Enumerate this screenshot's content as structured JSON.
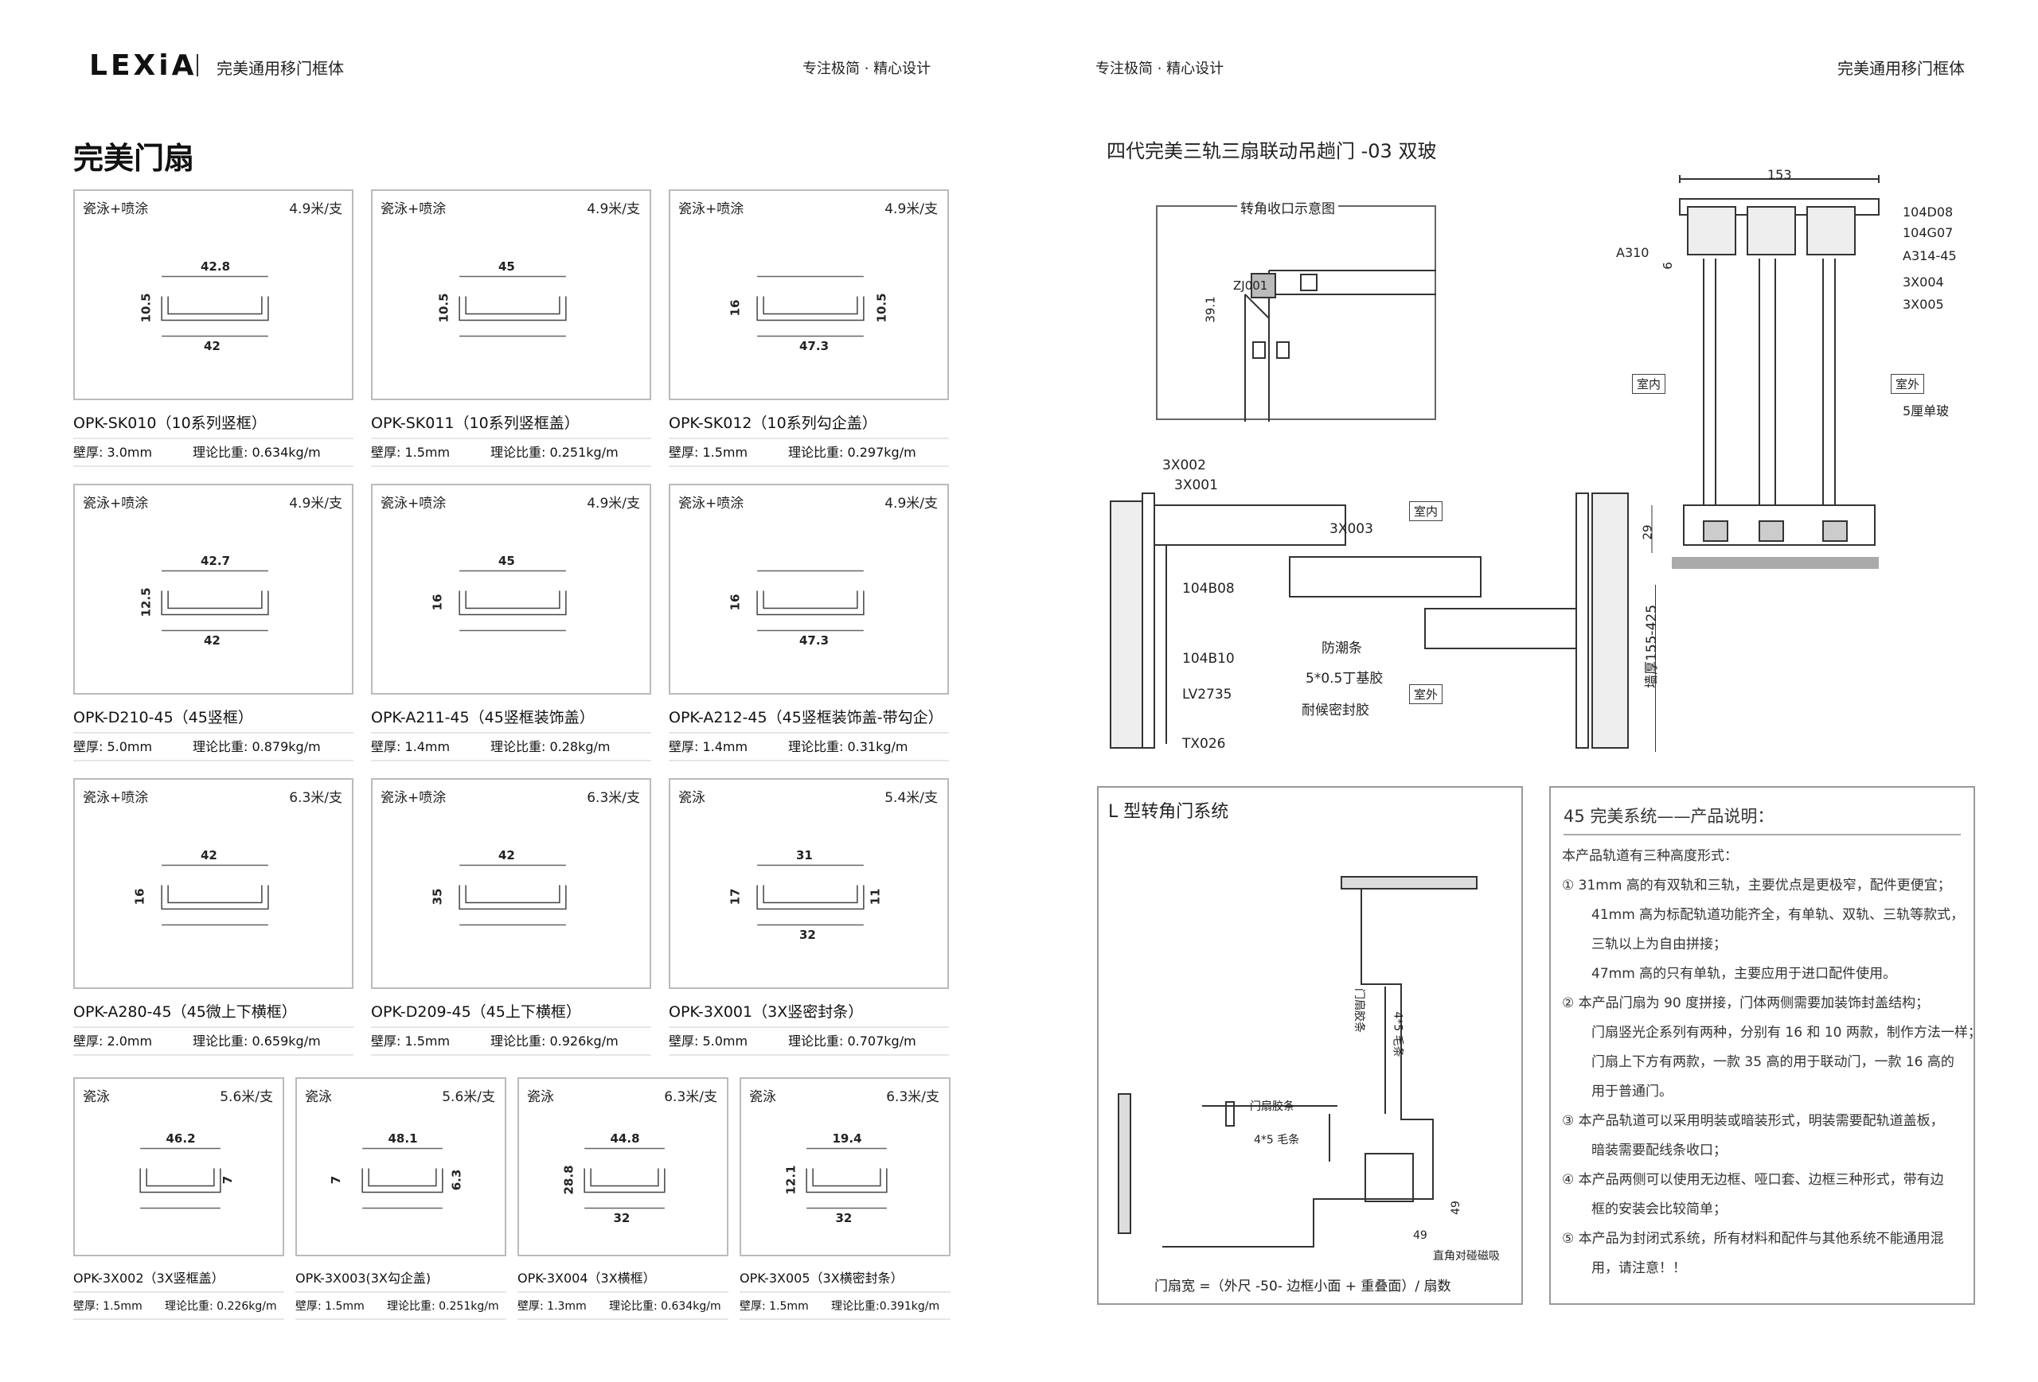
{
  "header": {
    "logo": "LEXiA",
    "left_title": "完美通用移门框体",
    "left_slogan": "专注极简 · 精心设计",
    "right_slogan": "专注极简 · 精心设计",
    "right_title": "完美通用移门框体"
  },
  "left": {
    "title": "完美门扇",
    "products": [
      {
        "finish": "瓷泳+喷涂",
        "length": "4.9米/支",
        "name": "OPK-SK010（10系列竖框）",
        "wall": "壁厚: 3.0mm",
        "weight": "理论比重: 0.634kg/m",
        "dims": [
          "42.8",
          "10.5",
          "42",
          ""
        ]
      },
      {
        "finish": "瓷泳+喷涂",
        "length": "4.9米/支",
        "name": "OPK-SK011（10系列竖框盖）",
        "wall": "壁厚: 1.5mm",
        "weight": "理论比重: 0.251kg/m",
        "dims": [
          "45",
          "10.5",
          "",
          ""
        ]
      },
      {
        "finish": "瓷泳+喷涂",
        "length": "4.9米/支",
        "name": "OPK-SK012（10系列勾企盖）",
        "wall": "壁厚: 1.5mm",
        "weight": "理论比重: 0.297kg/m",
        "dims": [
          "",
          "16",
          "47.3",
          "10.5"
        ]
      },
      {
        "finish": "瓷泳+喷涂",
        "length": "4.9米/支",
        "name": "OPK-D210-45（45竖框）",
        "wall": "壁厚: 5.0mm",
        "weight": "理论比重: 0.879kg/m",
        "dims": [
          "42.7",
          "12.5",
          "42",
          ""
        ]
      },
      {
        "finish": "瓷泳+喷涂",
        "length": "4.9米/支",
        "name": "OPK-A211-45（45竖框装饰盖）",
        "wall": "壁厚: 1.4mm",
        "weight": "理论比重: 0.28kg/m",
        "dims": [
          "45",
          "16",
          "",
          ""
        ]
      },
      {
        "finish": "瓷泳+喷涂",
        "length": "4.9米/支",
        "name": "OPK-A212-45（45竖框装饰盖-带勾企）",
        "wall": "壁厚: 1.4mm",
        "weight": "理论比重: 0.31kg/m",
        "dims": [
          "",
          "16",
          "47.3",
          ""
        ]
      },
      {
        "finish": "瓷泳+喷涂",
        "length": "6.3米/支",
        "name": "OPK-A280-45（45微上下横框）",
        "wall": "壁厚: 2.0mm",
        "weight": "理论比重: 0.659kg/m",
        "dims": [
          "42",
          "16",
          "",
          ""
        ]
      },
      {
        "finish": "瓷泳+喷涂",
        "length": "6.3米/支",
        "name": "OPK-D209-45（45上下横框）",
        "wall": "壁厚: 1.5mm",
        "weight": "理论比重: 0.926kg/m",
        "dims": [
          "42",
          "35",
          "",
          ""
        ]
      },
      {
        "finish": "瓷泳",
        "length": "5.4米/支",
        "name": "OPK-3X001（3X竖密封条）",
        "wall": "壁厚: 5.0mm",
        "weight": "理论比重: 0.707kg/m",
        "dims": [
          "31",
          "17",
          "32",
          "11"
        ]
      },
      {
        "finish": "瓷泳",
        "length": "5.6米/支",
        "name": "OPK-3X002（3X竖框盖）",
        "wall": "壁厚: 1.5mm",
        "weight": "理论比重: 0.226kg/m",
        "dims": [
          "46.2",
          "",
          "",
          "7"
        ]
      },
      {
        "finish": "瓷泳",
        "length": "5.6米/支",
        "name": "OPK-3X003(3X勾企盖)",
        "wall": "壁厚: 1.5mm",
        "weight": "理论比重: 0.251kg/m",
        "dims": [
          "48.1",
          "7",
          "",
          "6.3"
        ]
      },
      {
        "finish": "瓷泳",
        "length": "6.3米/支",
        "name": "OPK-3X004（3X横框）",
        "wall": "壁厚: 1.3mm",
        "weight": "理论比重: 0.634kg/m",
        "dims": [
          "44.8",
          "28.8",
          "32",
          ""
        ]
      },
      {
        "finish": "瓷泳",
        "length": "6.3米/支",
        "name": "OPK-3X005（3X横密封条）",
        "wall": "壁厚: 1.5mm",
        "weight": "理论比重:0.391kg/m",
        "dims": [
          "19.4",
          "12.1",
          "32",
          ""
        ]
      }
    ]
  },
  "right": {
    "title": "四代完美三轨三扇联动吊趟门 -03 双玻",
    "corner": {
      "title": "转角收口示意图",
      "code": "ZJ001",
      "dim": "39.1"
    },
    "section": {
      "width": "153",
      "dim_6": "6",
      "dim_29": "29",
      "labels_left": [
        "A310"
      ],
      "labels_right": [
        "104D08",
        "104G07",
        "A314-45",
        "3X004",
        "3X005",
        "5厘单玻"
      ],
      "indoor": "室内",
      "outdoor": "室外"
    },
    "plan": {
      "labels": [
        "3X002",
        "3X001",
        "3X003",
        "104B08",
        "104B10",
        "LV2735",
        "TX026",
        "防潮条",
        "5*0.5丁基胶",
        "耐候密封胶"
      ],
      "indoor": "室内",
      "outdoor": "室外",
      "wall": "墙厚155-425"
    },
    "l_system": {
      "title": "L 型转角门系统",
      "labels": [
        "门扇胶条",
        "4*5 毛条",
        "门扇胶条",
        "4*5 毛条",
        "直角对碰磁吸"
      ],
      "dims": [
        "49",
        "49"
      ],
      "formula": "门扇宽 =（外尺 -50- 边框小面 + 重叠面）/ 扇数"
    },
    "description": {
      "title": "45 完美系统——产品说明：",
      "lines": [
        {
          "t": "本产品轨道有三种高度形式：",
          "indent": false
        },
        {
          "t": "① 31mm 高的有双轨和三轨，主要优点是更极窄，配件更便宜；",
          "indent": false
        },
        {
          "t": "41mm 高为标配轨道功能齐全，有单轨、双轨、三轨等款式，",
          "indent": true
        },
        {
          "t": "三轨以上为自由拼接；",
          "indent": true
        },
        {
          "t": "47mm 高的只有单轨，主要应用于进口配件使用。",
          "indent": true
        },
        {
          "t": "② 本产品门扇为 90 度拼接，门体两侧需要加装饰封盖结构；",
          "indent": false
        },
        {
          "t": "门扇竖光企系列有两种，分别有 16 和 10 两款，制作方法一样；",
          "indent": true
        },
        {
          "t": "门扇上下方有两款，一款 35 高的用于联动门，一款 16 高的",
          "indent": true
        },
        {
          "t": "用于普通门。",
          "indent": true
        },
        {
          "t": "③ 本产品轨道可以采用明装或暗装形式，明装需要配轨道盖板，",
          "indent": false
        },
        {
          "t": "暗装需要配线条收口；",
          "indent": true
        },
        {
          "t": "④ 本产品两侧可以使用无边框、哑口套、边框三种形式，带有边",
          "indent": false
        },
        {
          "t": "框的安装会比较简单；",
          "indent": true
        },
        {
          "t": "⑤ 本产品为封闭式系统，所有材料和配件与其他系统不能通用混",
          "indent": false
        },
        {
          "t": "用，请注意！！",
          "indent": true
        }
      ]
    }
  }
}
